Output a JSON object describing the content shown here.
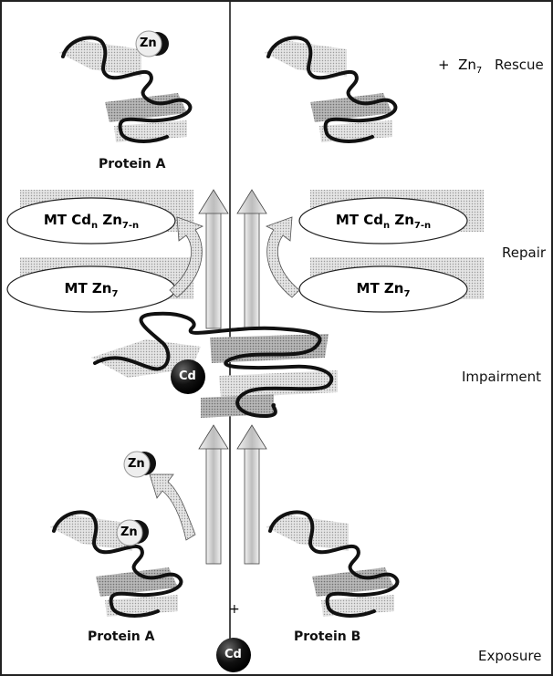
{
  "stages": {
    "rescue": "Rescue",
    "repair": "Repair",
    "impairment": "Impairment",
    "exposure": "Exposure"
  },
  "proteins": {
    "top_left": "Protein A",
    "bottom_left": "Protein A",
    "bottom_right": "Protein B"
  },
  "ions": {
    "zn": "Zn",
    "cd": "Cd",
    "plus_zn7_sign": "+",
    "zn7_base": "Zn",
    "zn7_sub": "7",
    "plus_sign": "+"
  },
  "mt_complexes": {
    "cd_prefix": "MT Cd",
    "cd_n": "n",
    "zn_part": " Zn",
    "zn_sub": "7-n",
    "zn7_prefix": "MT Zn",
    "zn7_sub": "7"
  },
  "colors": {
    "frame": "#222222",
    "ribbon_light": "#d9d9d9",
    "ribbon_dark": "#999999",
    "band": "#c4c4c4",
    "cd_ball": "#111111",
    "zn_ball": "#e8e8e8",
    "arrow_fill": "#d2d2d2"
  }
}
